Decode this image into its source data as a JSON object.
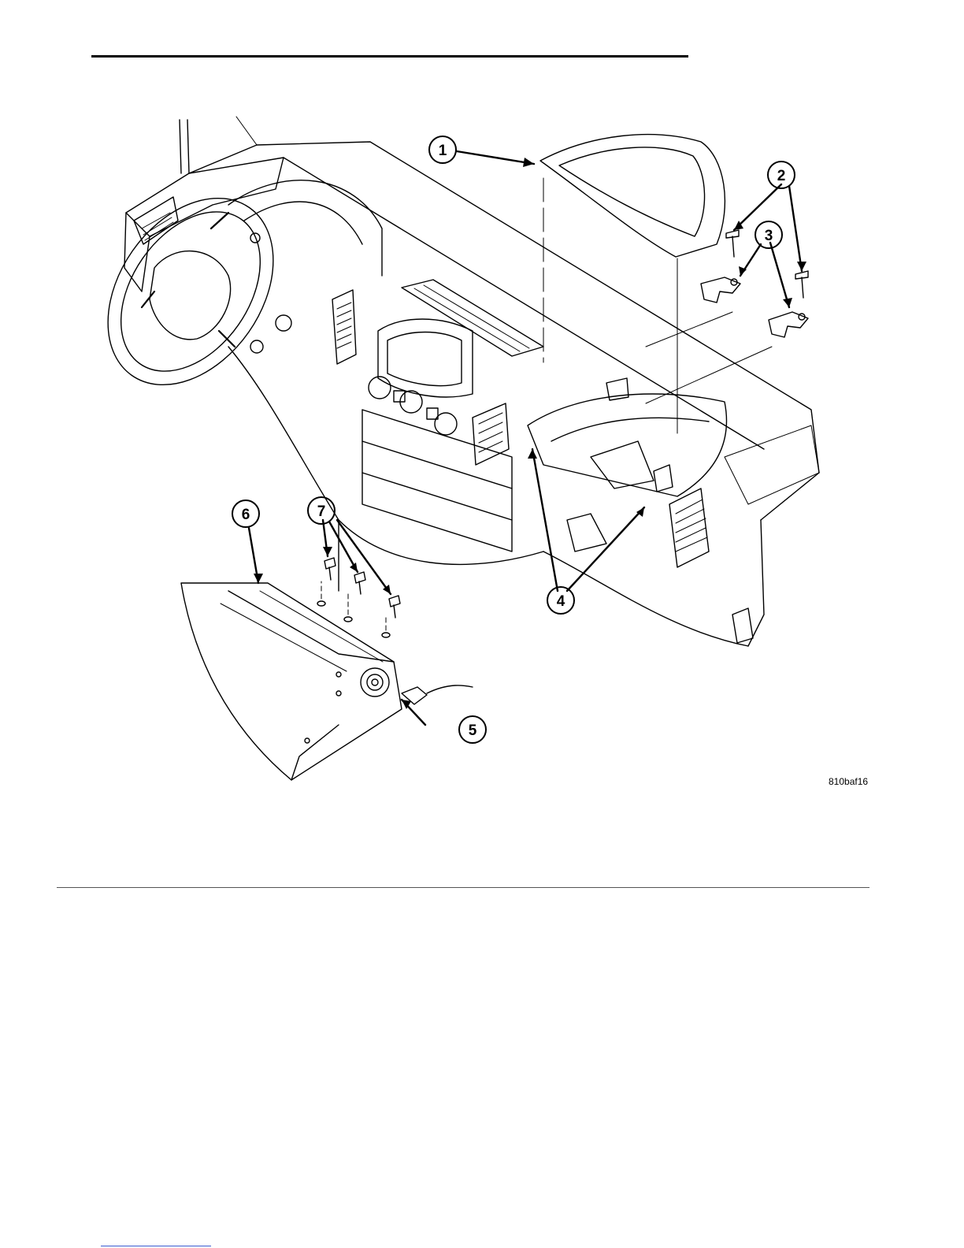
{
  "figure": {
    "code": "810baf16",
    "callouts": [
      {
        "id": "1",
        "label": "1"
      },
      {
        "id": "2",
        "label": "2"
      },
      {
        "id": "3",
        "label": "3"
      },
      {
        "id": "4",
        "label": "4"
      },
      {
        "id": "5",
        "label": "5"
      },
      {
        "id": "6",
        "label": "6"
      },
      {
        "id": "7",
        "label": "7"
      }
    ]
  },
  "colors": {
    "ink": "#000000",
    "paper": "#ffffff",
    "rule": "#555555",
    "link_underline": "#3a5bd0"
  }
}
